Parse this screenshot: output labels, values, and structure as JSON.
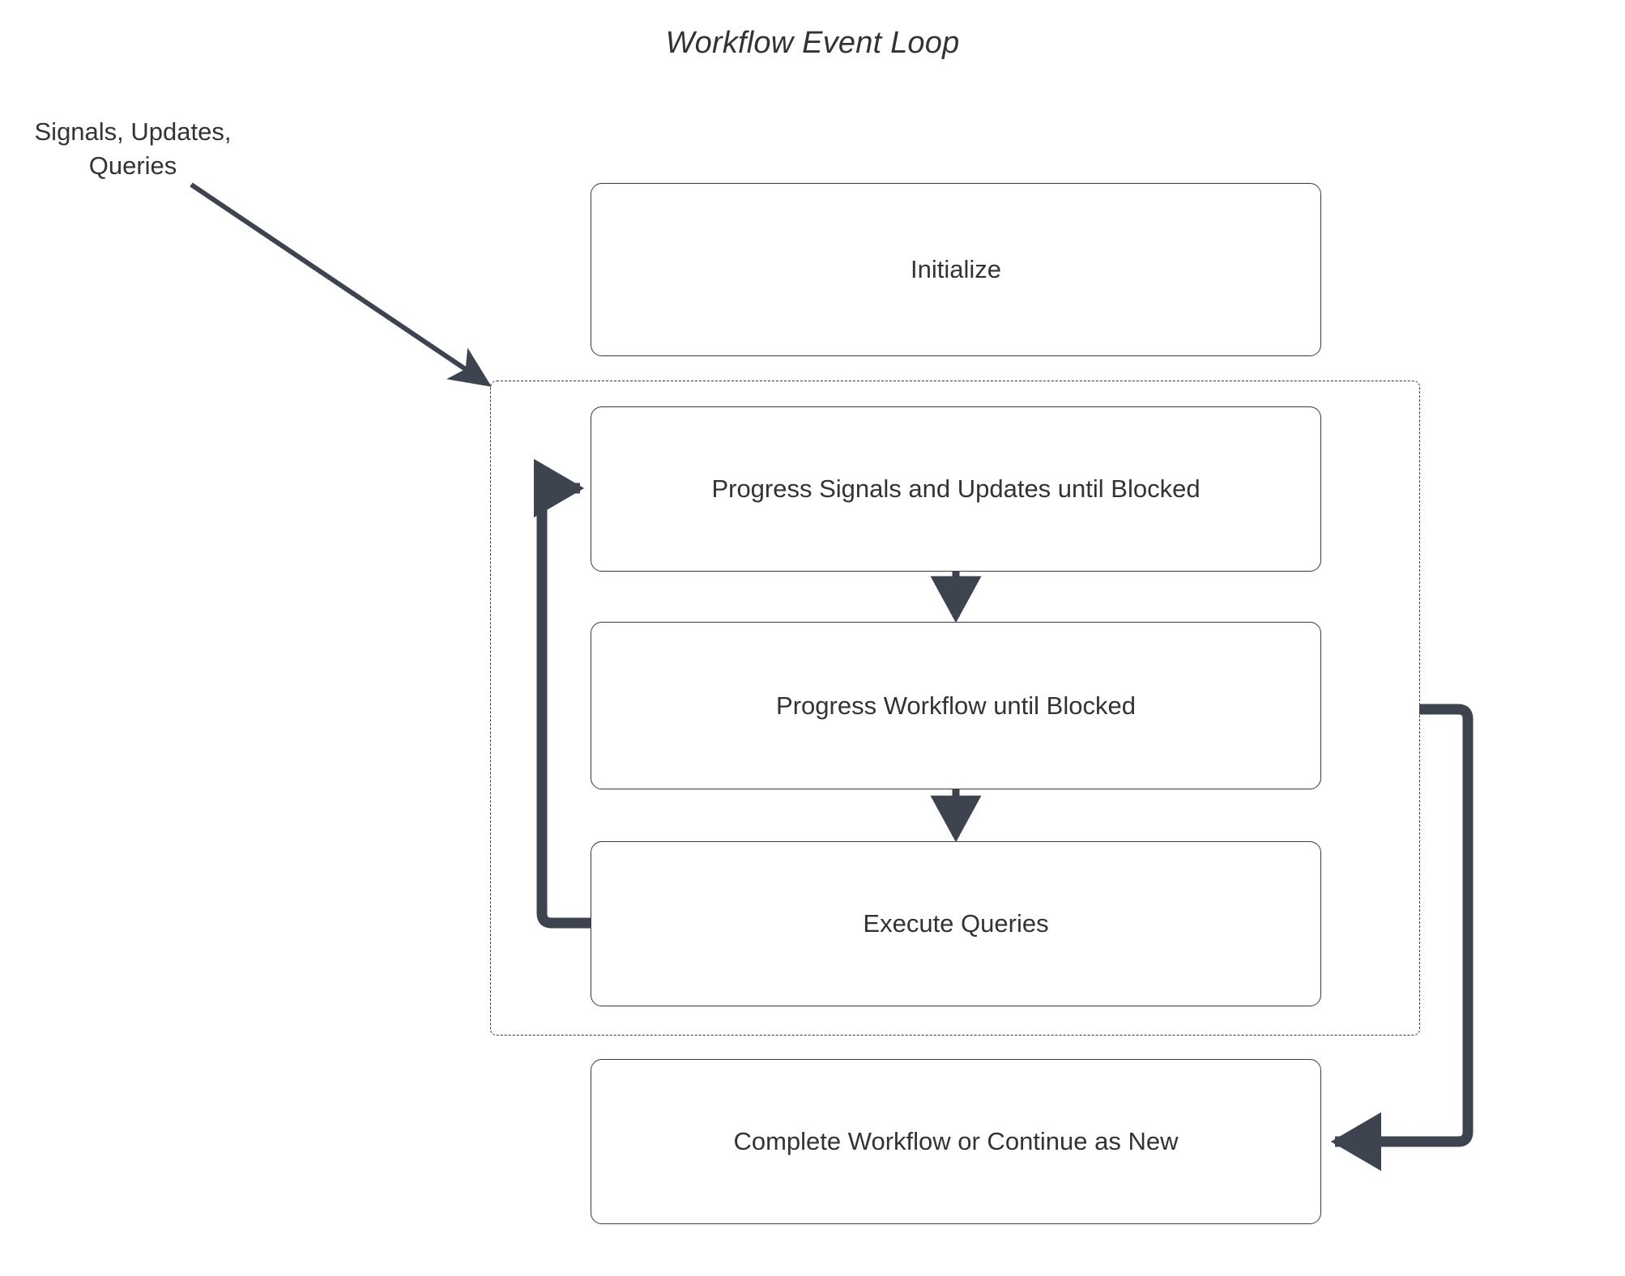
{
  "diagram": {
    "title": "Workflow Event Loop",
    "external_label": "Signals, Updates,\nQueries",
    "nodes": [
      {
        "id": "initialize",
        "label": "Initialize"
      },
      {
        "id": "progress-signals",
        "label": "Progress Signals and Updates until Blocked"
      },
      {
        "id": "progress-workflow",
        "label": "Progress Workflow until Blocked"
      },
      {
        "id": "execute-queries",
        "label": "Execute Queries"
      },
      {
        "id": "complete-workflow",
        "label": "Complete Workflow or Continue as New"
      }
    ],
    "group": {
      "id": "event-loop-group",
      "style": "dashed",
      "label": ""
    },
    "edges": [
      {
        "from": "external-input",
        "to": "event-loop-group",
        "style": "thin-arrow"
      },
      {
        "from": "progress-signals",
        "to": "progress-workflow",
        "style": "thin-arrow"
      },
      {
        "from": "progress-workflow",
        "to": "execute-queries",
        "style": "thin-arrow"
      },
      {
        "from": "execute-queries",
        "to": "progress-signals",
        "style": "thick-loop-left"
      },
      {
        "from": "event-loop-group",
        "to": "complete-workflow",
        "style": "thick-loop-right"
      }
    ],
    "colors": {
      "stroke": "#3a3a3a",
      "thick_stroke": "#3d4450",
      "text": "#333333",
      "background": "#ffffff"
    }
  }
}
